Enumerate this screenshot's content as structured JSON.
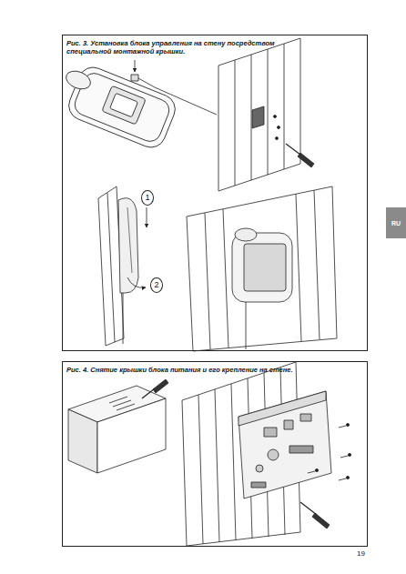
{
  "diagram": {
    "nodes": [
      {
        "text": [
          "Рис. 3. Установка блока управления на стену посредством специальной монтажной крышки."
        ]
      },
      {
        "text": [
          "1"
        ],
        "in": 0
      },
      {
        "text": [
          "2"
        ],
        "in": 0
      },
      {
        "text": [
          "Рис. 4. Снятие крышки блока питания и его крепление на стене."
        ]
      },
      {
        "text": [
          "RU"
        ]
      }
    ],
    "labels": [
      "19"
    ]
  }
}
